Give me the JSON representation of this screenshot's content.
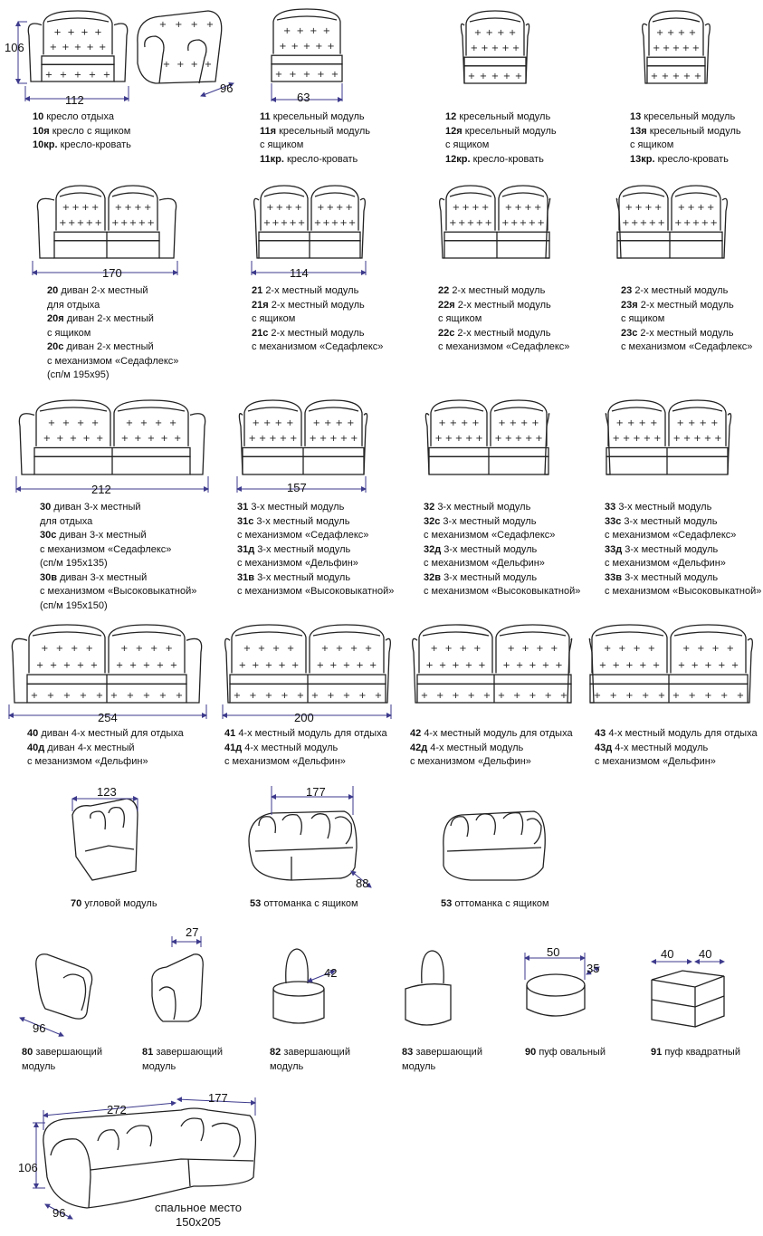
{
  "colors": {
    "line": "#222222",
    "dimension": "#3d3a8c",
    "text": "#111111"
  },
  "dimensions": {
    "r1_h": "106",
    "r1_w": "112",
    "r1_d": "96",
    "r1_m11": "63",
    "r2_w20": "170",
    "r2_w21": "114",
    "r3_w30": "212",
    "r3_w31": "157",
    "r4_w40": "254",
    "r4_w41": "200",
    "r5_w70": "123",
    "r5_w53": "177",
    "r5_d53": "88",
    "r6_d80": "96",
    "r6_w81": "27",
    "r6_d82": "42",
    "r6_w90": "50",
    "r6_d90": "35",
    "r6_w91a": "40",
    "r6_w91b": "40",
    "r7_w": "272",
    "r7_w2": "177",
    "r7_h": "106",
    "r7_d": "96"
  },
  "captions": {
    "c10": [
      [
        "10",
        "кресло отдыха"
      ],
      [
        "10я",
        "кресло с ящиком"
      ],
      [
        "10кр.",
        "кресло-кровать"
      ]
    ],
    "c11": [
      [
        "11",
        "кресельный модуль"
      ],
      [
        "11я",
        "кресельный модуль"
      ],
      [
        "",
        "с ящиком"
      ],
      [
        "11кр.",
        "кресло-кровать"
      ]
    ],
    "c12": [
      [
        "12",
        "кресельный модуль"
      ],
      [
        "12я",
        "кресельный модуль"
      ],
      [
        "",
        "с ящиком"
      ],
      [
        "12кр.",
        "кресло-кровать"
      ]
    ],
    "c13": [
      [
        "13",
        "кресельный модуль"
      ],
      [
        "13я",
        "кресельный модуль"
      ],
      [
        "",
        "с ящиком"
      ],
      [
        "13кр.",
        "кресло-кровать"
      ]
    ],
    "c20": [
      [
        "20",
        "диван 2-х местный"
      ],
      [
        "",
        "для отдыха"
      ],
      [
        "20я",
        "диван 2-х местный"
      ],
      [
        "",
        "с ящиком"
      ],
      [
        "20с",
        "диван 2-х местный"
      ],
      [
        "",
        "с механизмом «Седафлекс»"
      ],
      [
        "",
        "(сп/м 195х95)"
      ]
    ],
    "c21": [
      [
        "21",
        "2-х местный модуль"
      ],
      [
        "21я",
        "2-х местный модуль"
      ],
      [
        "",
        "с ящиком"
      ],
      [
        "21с",
        "2-х местный модуль"
      ],
      [
        "",
        "с механизмом «Седафлекс»"
      ]
    ],
    "c22": [
      [
        "22",
        "2-х местный модуль"
      ],
      [
        "22я",
        "2-х местный модуль"
      ],
      [
        "",
        "с ящиком"
      ],
      [
        "22с",
        "2-х местный модуль"
      ],
      [
        "",
        "с механизмом «Седафлекс»"
      ]
    ],
    "c23": [
      [
        "23",
        "2-х местный модуль"
      ],
      [
        "23я",
        "2-х местный модуль"
      ],
      [
        "",
        "с ящиком"
      ],
      [
        "23с",
        "2-х местный модуль"
      ],
      [
        "",
        "с механизмом «Седафлекс»"
      ]
    ],
    "c30": [
      [
        "30",
        "диван 3-х местный"
      ],
      [
        "",
        "для отдыха"
      ],
      [
        "30с",
        "диван 3-х местный"
      ],
      [
        "",
        "с механизмом «Седафлекс»"
      ],
      [
        "",
        "(сп/м 195х135)"
      ],
      [
        "30в",
        "диван 3-х местный"
      ],
      [
        "",
        "с механизмом «Высоковыкатной»"
      ],
      [
        "",
        "(сп/м 195х150)"
      ]
    ],
    "c31": [
      [
        "31",
        "3-х местный модуль"
      ],
      [
        "31с",
        "3-х местный модуль"
      ],
      [
        "",
        "с механизмом «Седафлекс»"
      ],
      [
        "31д",
        "3-х местный модуль"
      ],
      [
        "",
        "с механизмом «Дельфин»"
      ],
      [
        "31в",
        "3-х местный модуль"
      ],
      [
        "",
        "с механизмом «Высоковыкатной»"
      ]
    ],
    "c32": [
      [
        "32",
        "3-х местный модуль"
      ],
      [
        "32с",
        "3-х местный модуль"
      ],
      [
        "",
        "с механизмом «Седафлекс»"
      ],
      [
        "32д",
        "3-х местный модуль"
      ],
      [
        "",
        "с механизмом «Дельфин»"
      ],
      [
        "32в",
        "3-х местный модуль"
      ],
      [
        "",
        "с механизмом «Высоковыкатной»"
      ]
    ],
    "c33": [
      [
        "33",
        "3-х местный модуль"
      ],
      [
        "33с",
        "3-х местный модуль"
      ],
      [
        "",
        "с механизмом «Седафлекс»"
      ],
      [
        "33д",
        "3-х местный модуль"
      ],
      [
        "",
        "с механизмом «Дельфин»"
      ],
      [
        "33в",
        "3-х местный модуль"
      ],
      [
        "",
        "с механизмом «Высоковыкатной»"
      ]
    ],
    "c40": [
      [
        "40",
        "диван 4-х местный для отдыха"
      ],
      [
        "40д",
        "диван 4-х местный"
      ],
      [
        "",
        "с мезанизмом «Дельфин»"
      ]
    ],
    "c41": [
      [
        "41",
        "4-х местный модуль для отдыха"
      ],
      [
        "41д",
        "4-х местный модуль"
      ],
      [
        "",
        "с механизмом «Дельфин»"
      ]
    ],
    "c42": [
      [
        "42",
        "4-х местный модуль для отдыха"
      ],
      [
        "42д",
        "4-х местный модуль"
      ],
      [
        "",
        "с механизмом «Дельфин»"
      ]
    ],
    "c43": [
      [
        "43",
        "4-х местный модуль для отдыха"
      ],
      [
        "43д",
        "4-х местный модуль"
      ],
      [
        "",
        "с механизмом «Дельфин»"
      ]
    ],
    "c70": [
      [
        "70",
        "угловой модуль"
      ]
    ],
    "c53a": [
      [
        "53",
        "оттоманка с ящиком"
      ]
    ],
    "c53b": [
      [
        "53",
        "оттоманка с ящиком"
      ]
    ],
    "c80": [
      [
        "80",
        "завершающий"
      ],
      [
        "",
        "модуль"
      ]
    ],
    "c81": [
      [
        "81",
        "завершающий"
      ],
      [
        "",
        "модуль"
      ]
    ],
    "c82": [
      [
        "82",
        "завершающий"
      ],
      [
        "",
        "модуль"
      ]
    ],
    "c83": [
      [
        "83",
        "завершающий"
      ],
      [
        "",
        "модуль"
      ]
    ],
    "c90": [
      [
        "90",
        "пуф овальный"
      ]
    ],
    "c91": [
      [
        "91",
        "пуф квадратный"
      ]
    ]
  },
  "sleeping_place": {
    "label": "спальное место",
    "size": "150х205"
  }
}
